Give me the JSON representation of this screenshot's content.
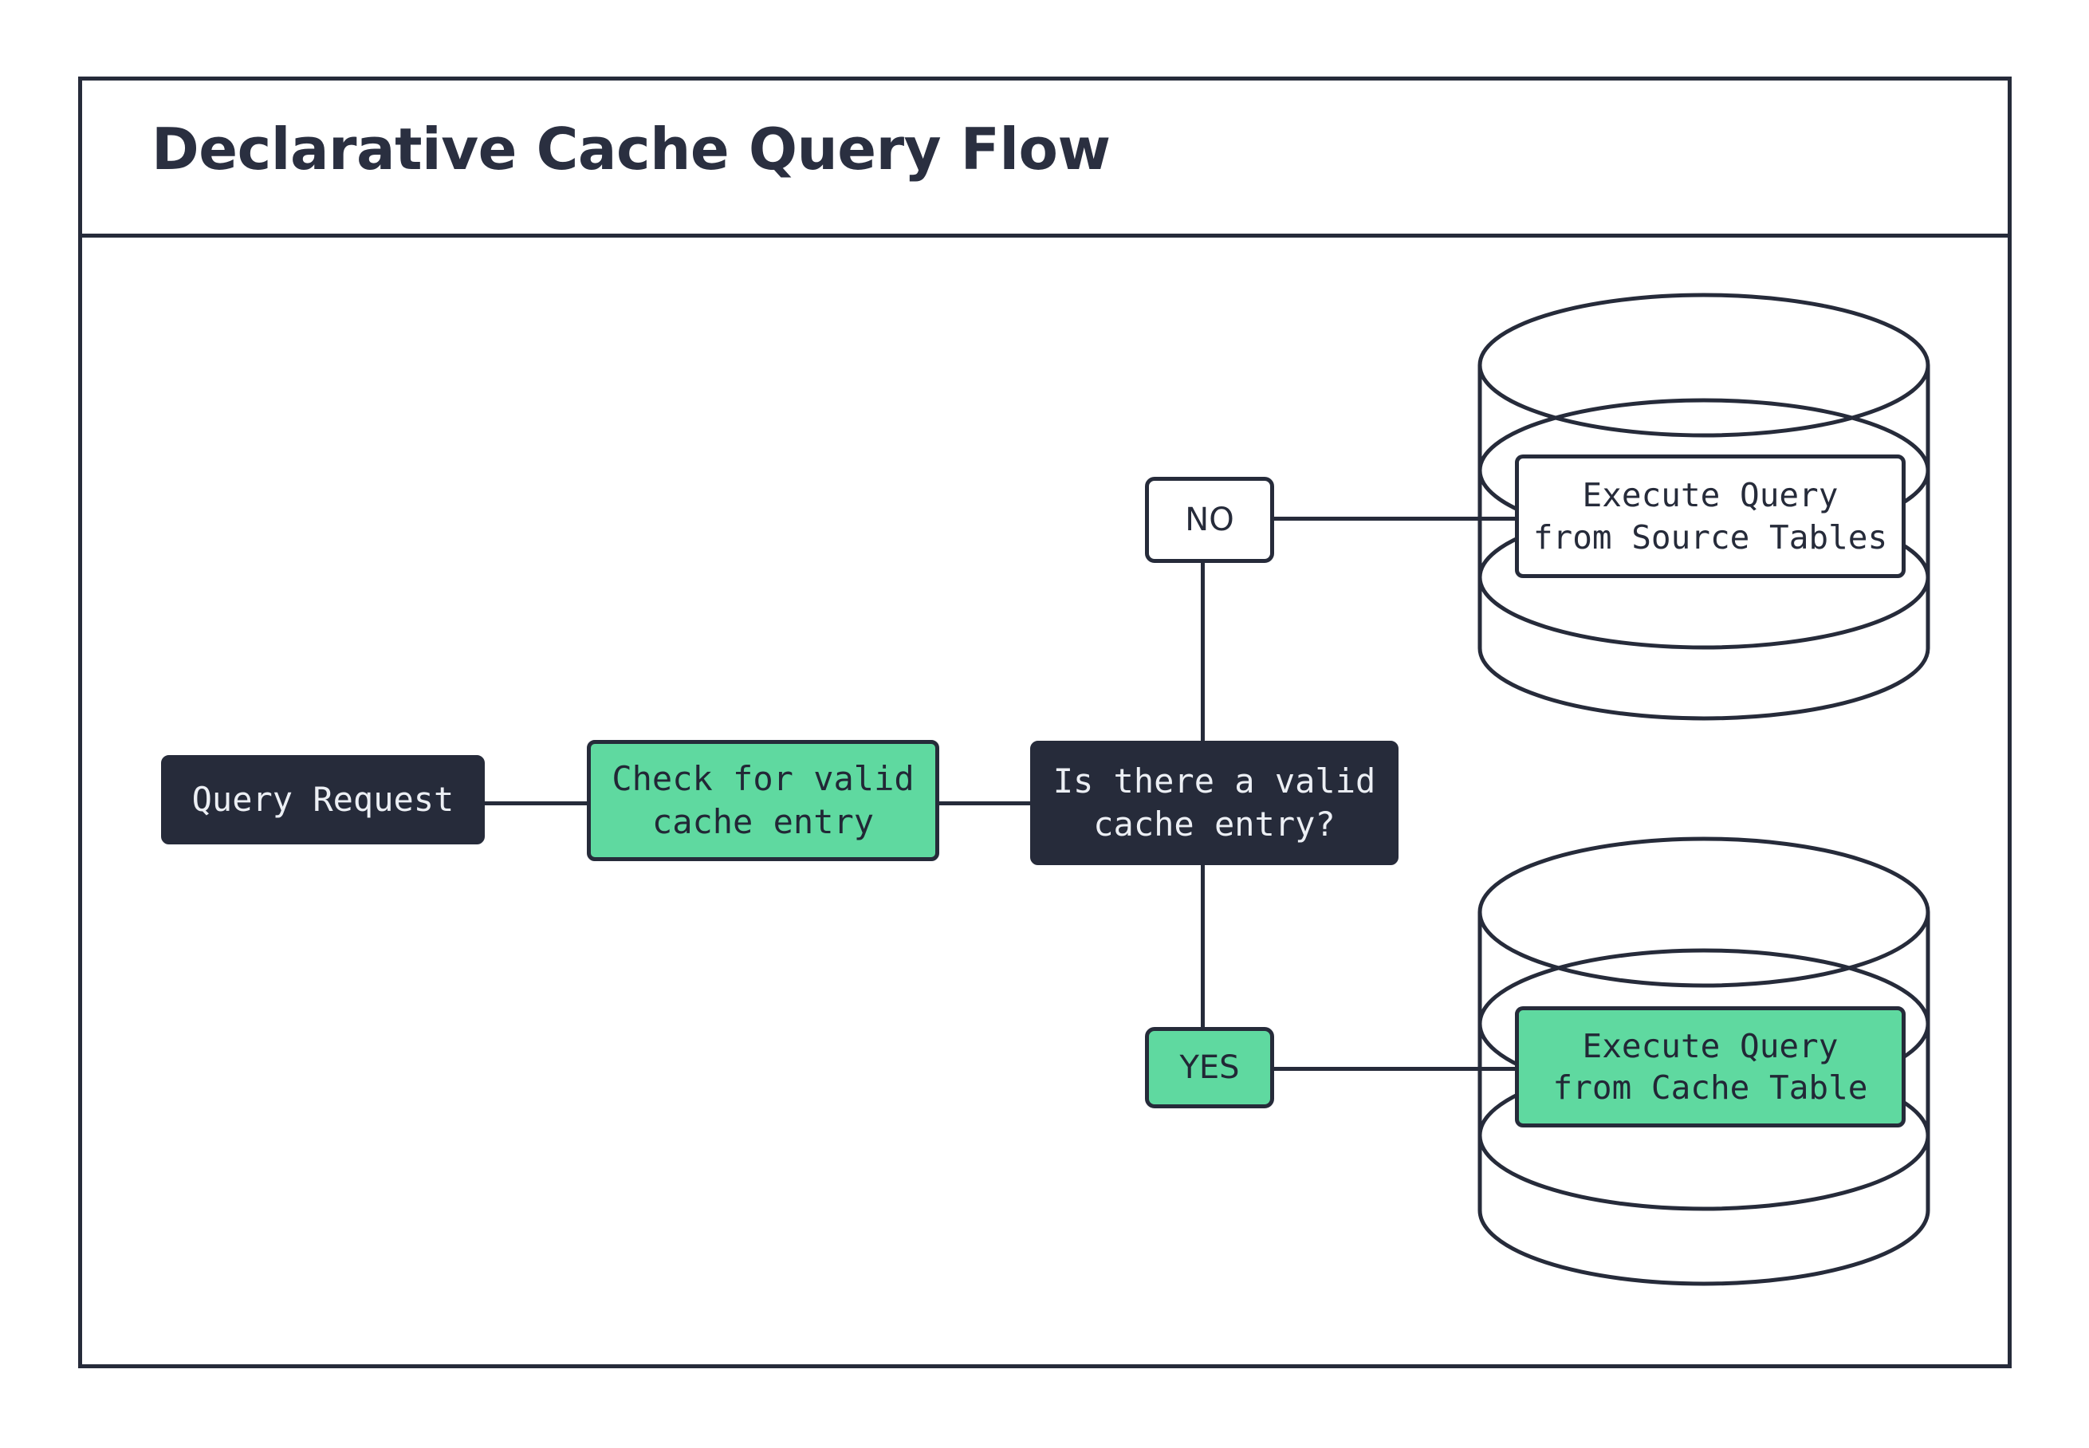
{
  "diagram": {
    "title": "Declarative Cache Query Flow",
    "type": "flowchart",
    "accent_green": "#5fd9a0",
    "dark_navy": "#262b3a",
    "background": "#ffffff",
    "nodes": [
      {
        "id": "query-request",
        "label": "Query Request",
        "shape": "rounded-rect",
        "style": "dark"
      },
      {
        "id": "check-cache",
        "label": "Check for valid\ncache entry",
        "shape": "rounded-rect",
        "style": "green"
      },
      {
        "id": "decision-valid-cache",
        "label": "Is there a valid\ncache entry?",
        "shape": "rounded-rect",
        "style": "dark"
      },
      {
        "id": "source-tables-db",
        "label": "Execute Query\nfrom Source Tables",
        "shape": "cylinder-label",
        "style": "white"
      },
      {
        "id": "cache-table-db",
        "label": "Execute Query\nfrom Cache Table",
        "shape": "cylinder-label",
        "style": "green"
      }
    ],
    "edge_labels": [
      {
        "id": "branch-no",
        "label": "NO",
        "style": "white"
      },
      {
        "id": "branch-yes",
        "label": "YES",
        "style": "green"
      }
    ],
    "databases": [
      {
        "id": "source-db-cylinder",
        "disks": 3
      },
      {
        "id": "cache-db-cylinder",
        "disks": 3
      }
    ]
  }
}
